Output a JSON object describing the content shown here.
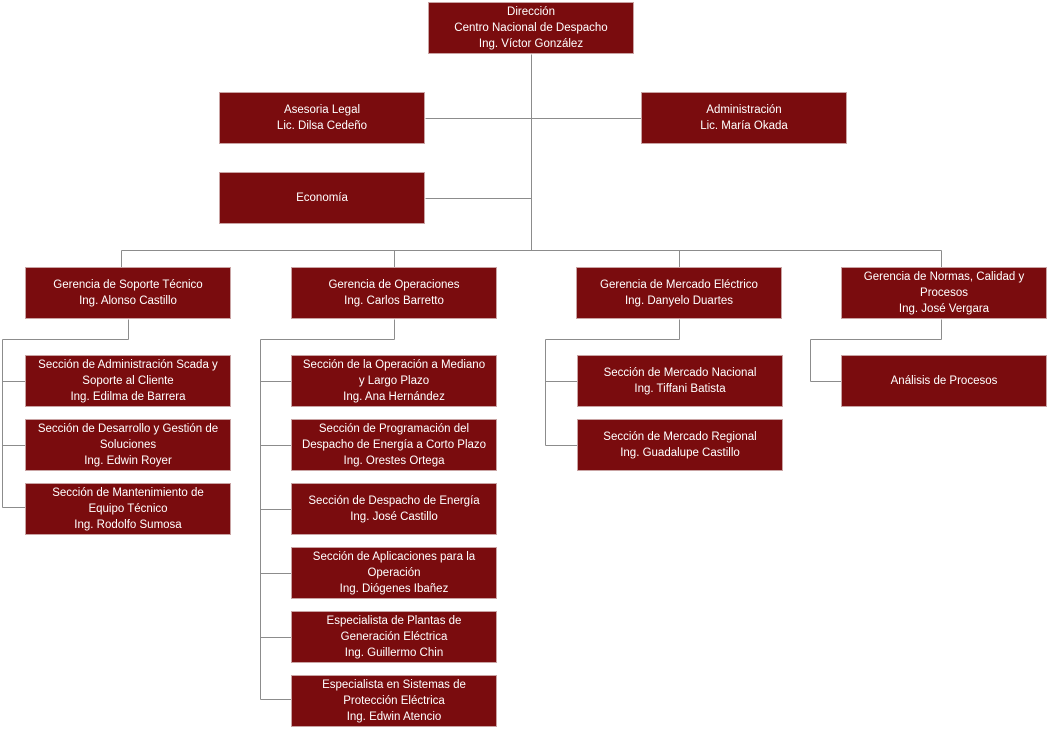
{
  "line_color": "#8c8c8c",
  "box_color": "#7a0c0e",
  "nodes": {
    "direccion": [
      "Dirección",
      "Centro Nacional de Despacho",
      "Ing. Víctor González"
    ],
    "asesoria": [
      "Asesoria Legal",
      "Lic. Dilsa Cedeño"
    ],
    "administracion": [
      "Administración",
      "Lic. María Okada"
    ],
    "economia": [
      "Economía"
    ],
    "g_soporte": [
      "Gerencia de Soporte Técnico",
      "Ing. Alonso Castillo"
    ],
    "g_operaciones": [
      "Gerencia de Operaciones",
      "Ing. Carlos Barretto"
    ],
    "g_mercado": [
      "Gerencia de Mercado Eléctrico",
      "Ing. Danyelo Duartes"
    ],
    "g_normas": [
      "Gerencia de Normas, Calidad y",
      "Procesos",
      "Ing. José Vergara"
    ],
    "s_scada": [
      "Sección de Administración Scada y",
      "Soporte al Cliente",
      "Ing. Edilma de Barrera"
    ],
    "s_desarrollo": [
      "Sección de Desarrollo y Gestión de",
      "Soluciones",
      "Ing. Edwin Royer"
    ],
    "s_mantenimiento": [
      "Sección de Mantenimiento de",
      "Equipo Técnico",
      "Ing. Rodolfo Sumosa"
    ],
    "s_operacion_mediano": [
      "Sección de la Operación a Mediano",
      "y Largo Plazo",
      "Ing. Ana Hernández"
    ],
    "s_programacion": [
      "Sección de Programación del",
      "Despacho de Energía a Corto Plazo",
      "Ing. Orestes Ortega"
    ],
    "s_despacho": [
      "Sección de Despacho de Energía",
      "Ing. José Castillo"
    ],
    "s_aplicaciones": [
      "Sección de Aplicaciones para la",
      "Operación",
      "Ing. Diógenes Ibañez"
    ],
    "e_plantas": [
      "Especialista de Plantas de",
      "Generación Eléctrica",
      "Ing. Guillermo Chin"
    ],
    "e_proteccion": [
      "Especialista en Sistemas de",
      "Protección Eléctrica",
      "Ing. Edwin Atencio"
    ],
    "s_mercado_nacional": [
      "Sección de Mercado Nacional",
      "Ing. Tiffani Batista"
    ],
    "s_mercado_regional": [
      "Sección de Mercado Regional",
      "Ing. Guadalupe Castillo"
    ],
    "analisis": [
      "Análisis de Procesos"
    ]
  }
}
